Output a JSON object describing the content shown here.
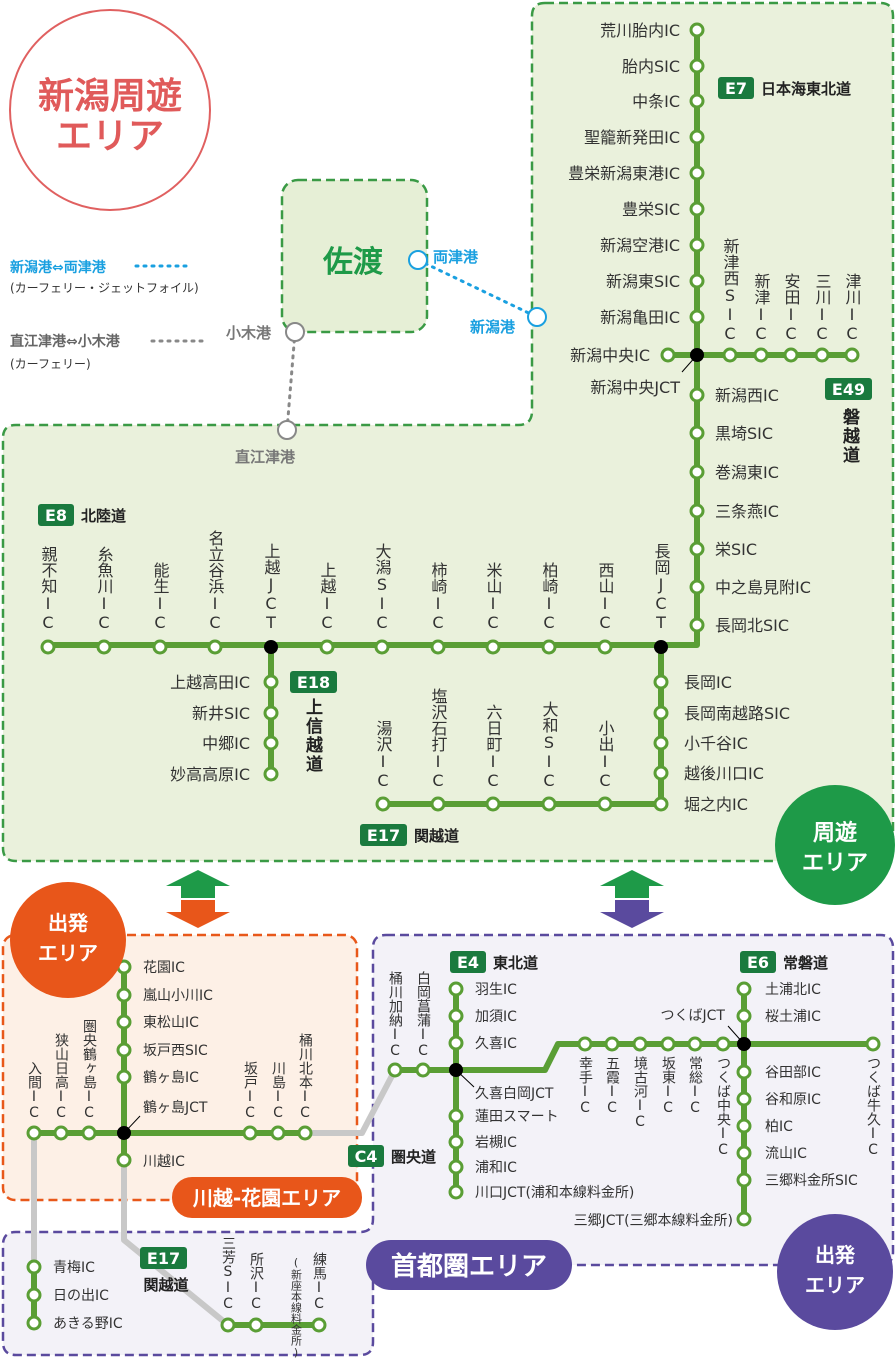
{
  "colors": {
    "line": "#5a9e35",
    "area_green": "#1e9a48",
    "orange": "#e8561a",
    "purple": "#5a4a9e",
    "badge": "#1a7a3e",
    "ferry_blue": "#1aa0e0",
    "ferry_gray": "#777777"
  },
  "titles": {
    "niigata_area": [
      "新潟周遊",
      "エリア"
    ],
    "loop_area": [
      "周遊",
      "エリア"
    ],
    "depart_area_orange": [
      "出発",
      "エリア"
    ],
    "depart_area_purple": [
      "出発",
      "エリア"
    ],
    "kawagoe_area": "川越-花園エリア",
    "shutoken_area": "首都圏エリア",
    "sado": "佐渡"
  },
  "ferry": {
    "route1": {
      "label": "新潟港⇔両津港",
      "note": "(カーフェリー・ジェットフォイル)"
    },
    "route2": {
      "label": "直江津港⇔小木港",
      "note": "(カーフェリー)"
    },
    "ports": {
      "ryotsu": "両津港",
      "niigata": "新潟港",
      "ogi": "小木港",
      "naoetsu": "直江津港"
    }
  },
  "niigata": {
    "e7": {
      "badge": "E7",
      "name": "日本海東北道",
      "stations": [
        "荒川胎内IC",
        "胎内SIC",
        "中条IC",
        "聖籠新発田IC",
        "豊栄新潟東港IC",
        "豊栄SIC",
        "新潟空港IC",
        "新潟東SIC",
        "新潟亀田IC"
      ]
    },
    "chuo_ic": "新潟中央IC",
    "chuo_jct": "新潟中央JCT",
    "e49": {
      "badge": "E49",
      "name": "磐越道",
      "stations": [
        "新津西SIC",
        "新津IC",
        "安田IC",
        "三川IC",
        "津川IC"
      ]
    },
    "e8_north": [
      "新潟西IC",
      "黒埼SIC",
      "巻潟東IC",
      "三条燕IC",
      "栄SIC",
      "中之島見附IC",
      "長岡北SIC"
    ],
    "e8": {
      "badge": "E8",
      "name": "北陸道",
      "stations": [
        "親不知IC",
        "糸魚川IC",
        "能生IC",
        "名立谷浜IC",
        "上越JCT",
        "上越IC",
        "大潟SIC",
        "柿崎IC",
        "米山IC",
        "柏崎IC",
        "西山IC",
        "長岡JCT"
      ]
    },
    "e18": {
      "badge": "E18",
      "name": "上信越道",
      "stations": [
        "上越高田IC",
        "新井SIC",
        "中郷IC",
        "妙高高原IC"
      ]
    },
    "e17": {
      "badge": "E17",
      "name": "関越道",
      "south": [
        "長岡IC",
        "長岡南越路SIC",
        "小千谷IC",
        "越後川口IC",
        "堀之内IC"
      ],
      "west": [
        "湯沢IC",
        "塩沢石打IC",
        "六日町IC",
        "大和SIC",
        "小出IC"
      ]
    }
  },
  "kawagoe": {
    "e17_north": [
      "花園IC",
      "嵐山小川IC",
      "東松山IC",
      "坂戸西SIC",
      "鶴ヶ島IC"
    ],
    "jct": "鶴ヶ島JCT",
    "e17_south": "川越IC",
    "c4_west": [
      "入間IC",
      "狭山日高IC",
      "圏央鶴ヶ島IC"
    ],
    "c4_east": [
      "坂戸IC",
      "川島IC",
      "桶川北本IC"
    ]
  },
  "shutoken": {
    "c4": {
      "badge": "C4",
      "name": "圏央道",
      "west": [
        "桶川加納IC",
        "白岡菖蒲IC"
      ],
      "east": [
        "幸手IC",
        "五霞IC",
        "境古河IC",
        "坂東IC",
        "常総IC",
        "つくば中央IC"
      ],
      "end": "つくば牛久IC"
    },
    "e4": {
      "badge": "E4",
      "name": "東北道",
      "north": [
        "羽生IC",
        "加須IC",
        "久喜IC"
      ],
      "jct": "久喜白岡JCT",
      "south": [
        "蓮田スマート",
        "岩槻IC",
        "浦和IC",
        "川口JCT(浦和本線料金所)"
      ]
    },
    "e6": {
      "badge": "E6",
      "name": "常磐道",
      "north": [
        "土浦北IC",
        "桜土浦IC"
      ],
      "jct": "つくばJCT",
      "south": [
        "谷田部IC",
        "谷和原IC",
        "柏IC",
        "流山IC",
        "三郷料金所SIC"
      ],
      "end": "三郷JCT(三郷本線料金所)"
    },
    "ome": [
      "青梅IC",
      "日の出IC",
      "あきる野IC"
    ],
    "e17": {
      "badge": "E17",
      "name": "関越道",
      "stations": [
        "三芳SIC",
        "所沢IC",
        "練馬IC"
      ],
      "note": "(新座本線料金所)"
    }
  }
}
